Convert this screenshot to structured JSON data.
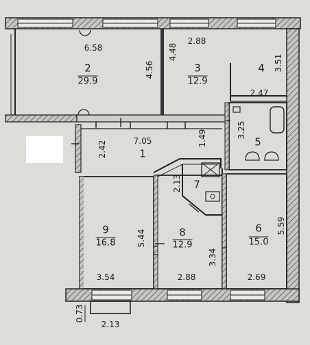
{
  "rooms": [
    {
      "number": "1",
      "area": ""
    },
    {
      "number": "2",
      "area": "29.9"
    },
    {
      "number": "3",
      "area": "12.9"
    },
    {
      "number": "4",
      "area": ""
    },
    {
      "number": "5",
      "area": ""
    },
    {
      "number": "6",
      "area": "15.0"
    },
    {
      "number": "7",
      "area": ""
    },
    {
      "number": "8",
      "area": "12.9"
    },
    {
      "number": "9",
      "area": "16.8"
    }
  ],
  "dimensions": {
    "room2_width": "6.58",
    "room2_height": "4.56",
    "room3_width": "2.88",
    "room3_height": "4.48",
    "room4_height": "3.51",
    "room4_width": "2.47",
    "bath_height": "3.25",
    "hall_width": "7.05",
    "hall_height_left": "2.42",
    "hall_height_right": "1.49",
    "kitchen_height": "2.13",
    "room9_height": "5.44",
    "room9_width": "3.54",
    "room8_height": "3.34",
    "room8_width": "2.88",
    "room6_height": "5.59",
    "room6_width": "2.69",
    "balcony_depth": "0.73",
    "balcony_width": "2.13"
  }
}
